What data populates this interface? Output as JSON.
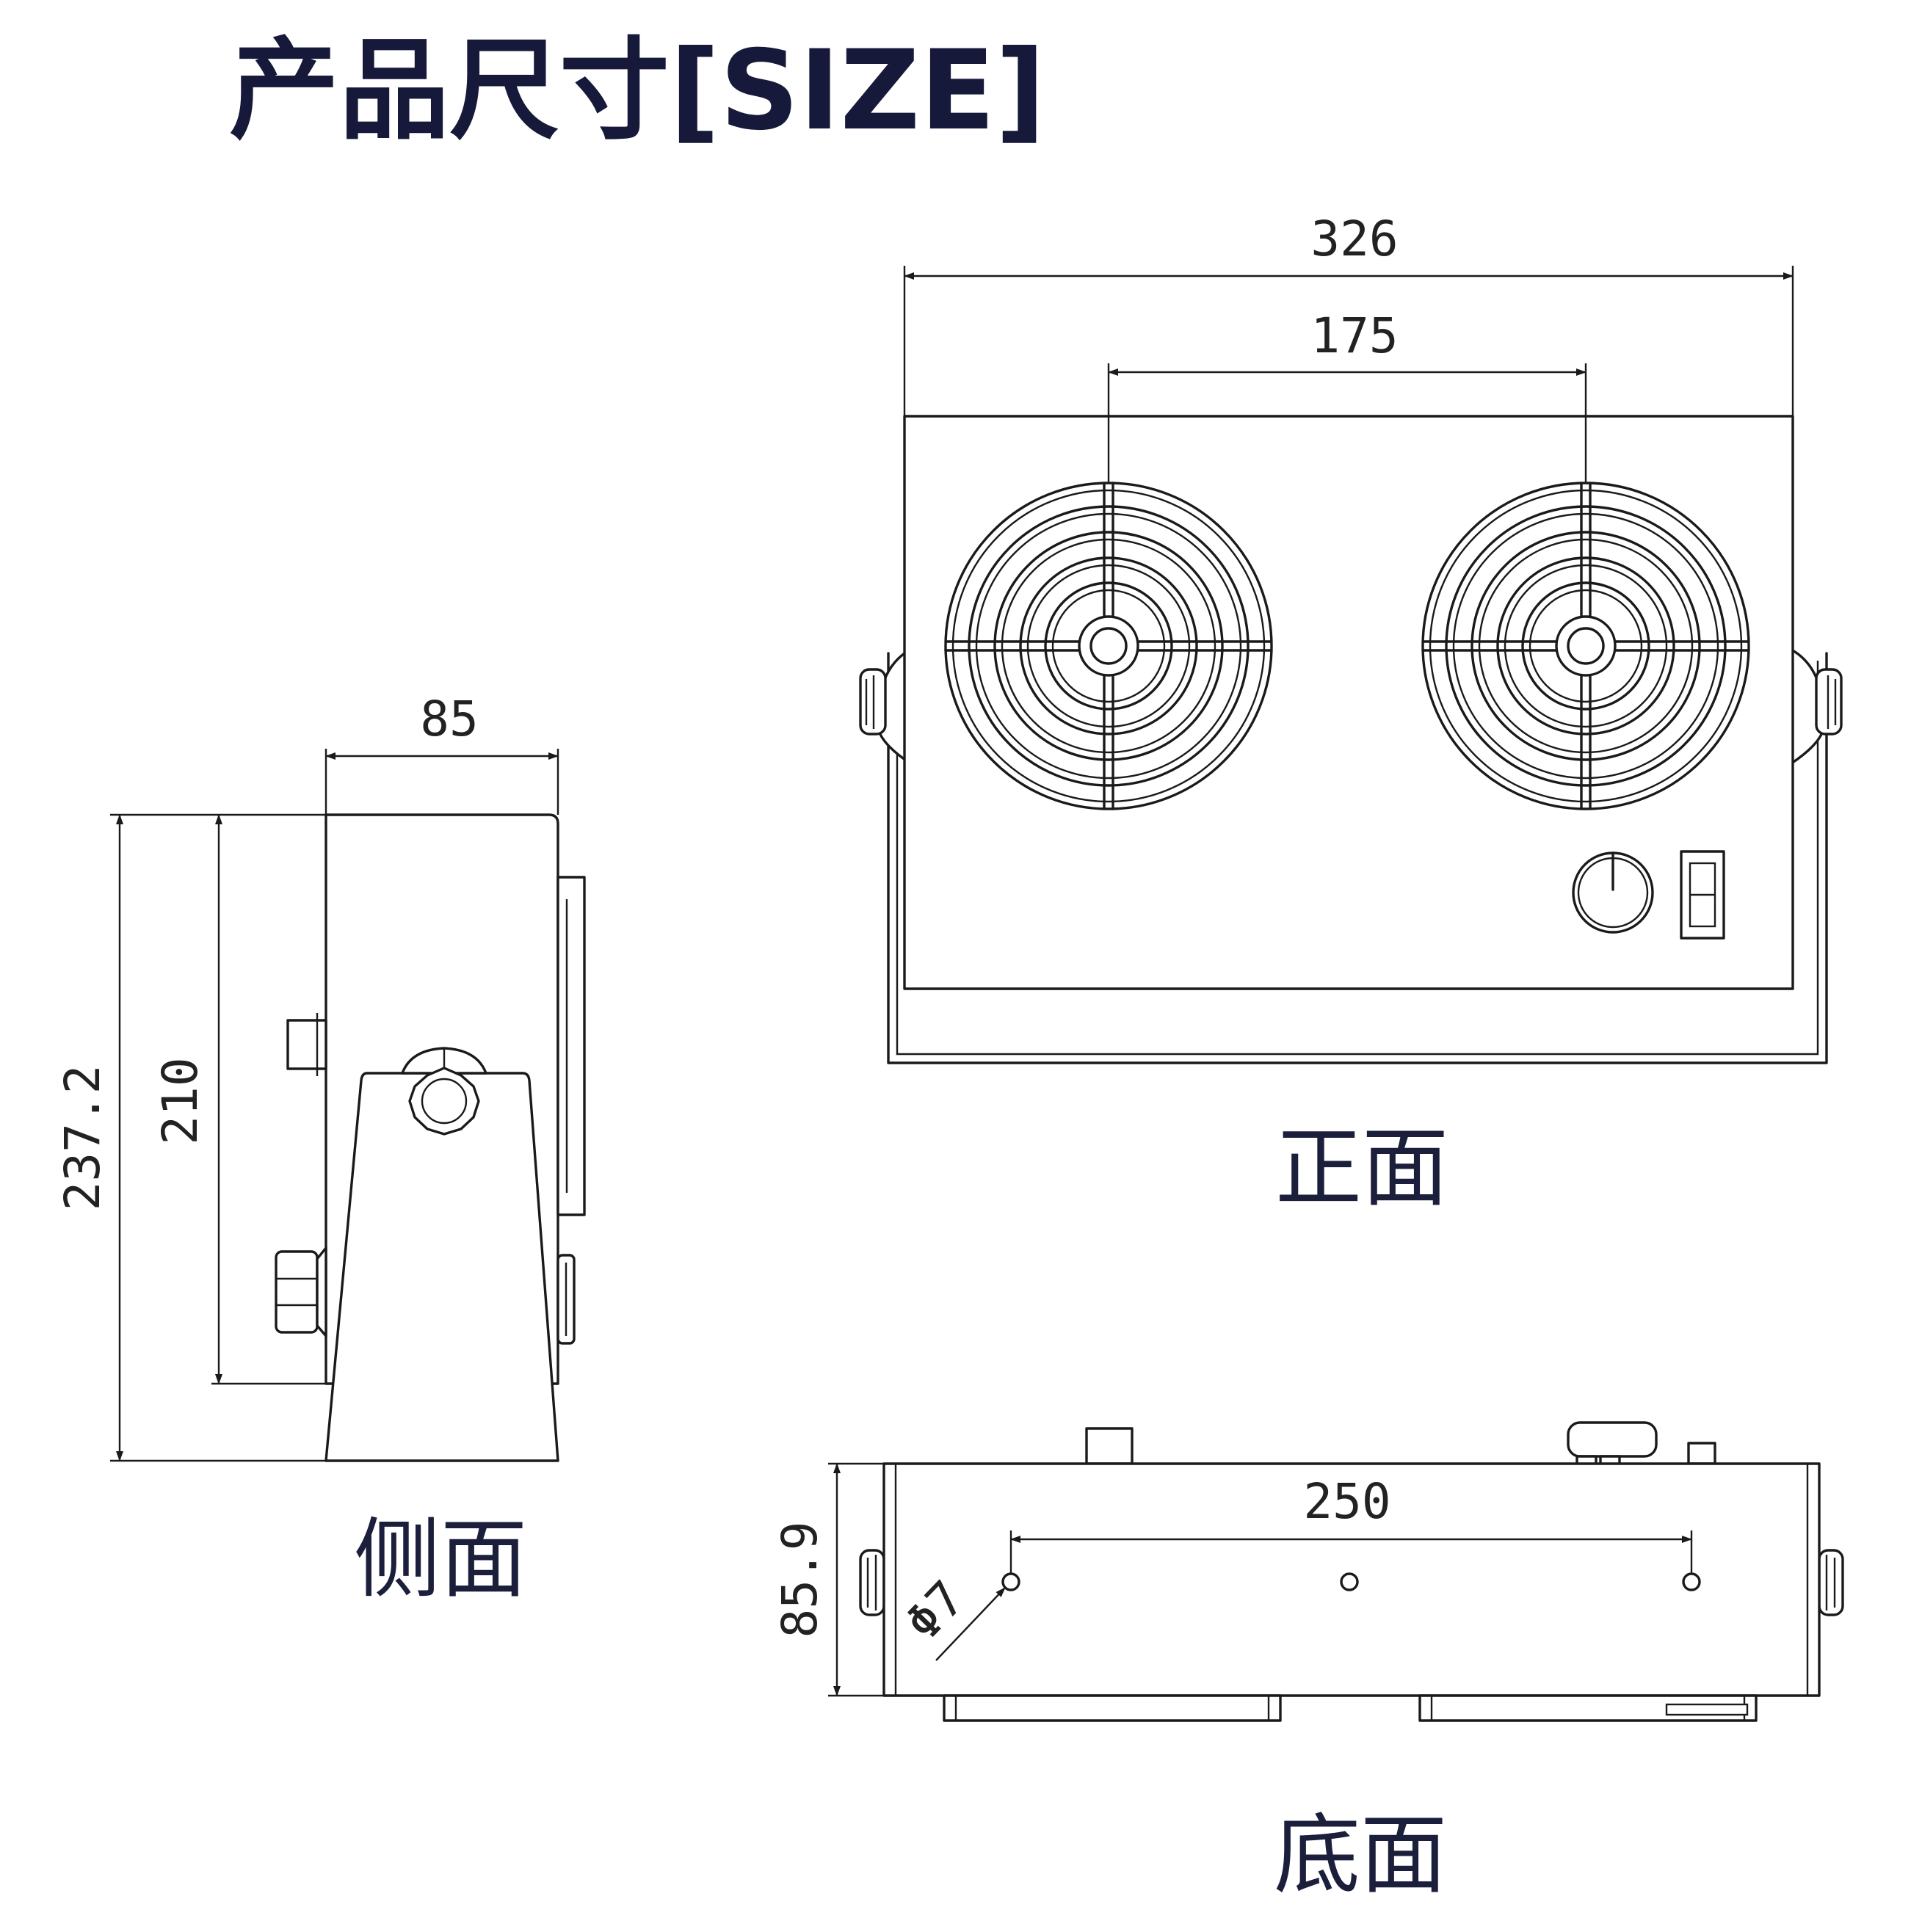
{
  "title": "产品尺寸[SIZE]",
  "views": {
    "front": "正面",
    "side": "侧面",
    "bottom": "底面"
  },
  "dimensions": {
    "front_width": "326",
    "fan_spacing": "175",
    "side_depth": "85",
    "side_total_height": "237.2",
    "side_body_height": "210",
    "bottom_hole_spacing": "250",
    "bottom_height": "85.9",
    "hole_diameter": "Φ7"
  },
  "colors": {
    "line": "#1a1a1a",
    "title": "#16193a",
    "view_label": "#1b1f3b"
  }
}
